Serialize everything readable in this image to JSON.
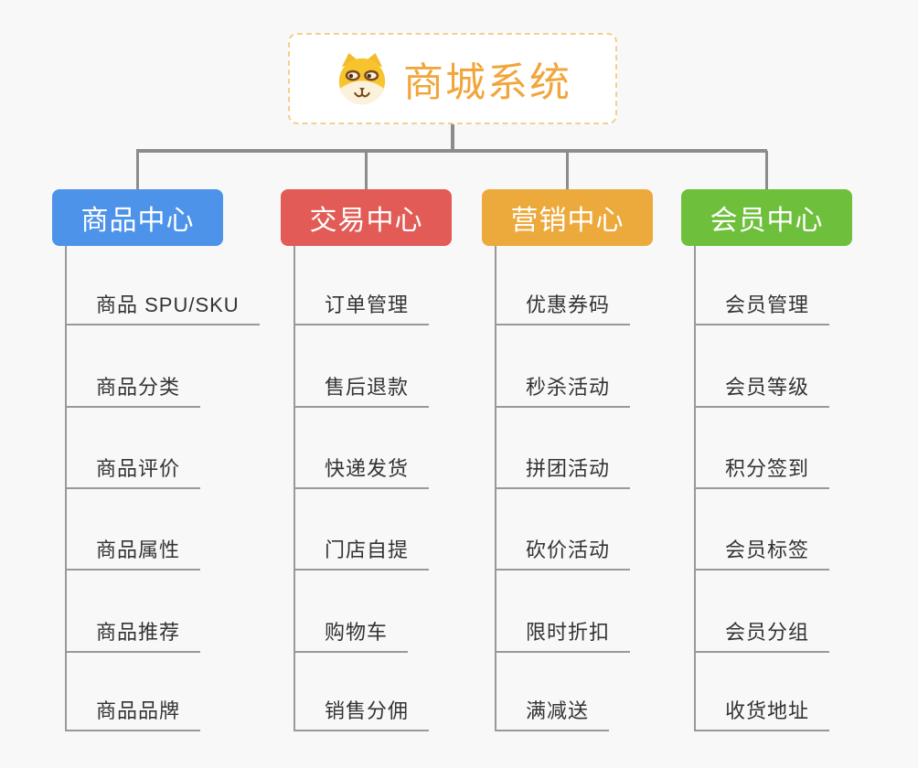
{
  "root": {
    "title": "商城系统",
    "icon": "shiba-dog-icon",
    "title_color": "#f0a63b",
    "border_color": "#f4cf92"
  },
  "connector_color": "#8c8c8c",
  "branches": [
    {
      "label": "商品中心",
      "color": "#4e93ea",
      "items": [
        "商品 SPU/SKU",
        "商品分类",
        "商品评价",
        "商品属性",
        "商品推荐",
        "商品品牌"
      ]
    },
    {
      "label": "交易中心",
      "color": "#e25b56",
      "items": [
        "订单管理",
        "售后退款",
        "快递发货",
        "门店自提",
        "购物车",
        "销售分佣"
      ]
    },
    {
      "label": "营销中心",
      "color": "#ecaa3c",
      "items": [
        "优惠券码",
        "秒杀活动",
        "拼团活动",
        "砍价活动",
        "限时折扣",
        "满减送"
      ]
    },
    {
      "label": "会员中心",
      "color": "#6ec03c",
      "items": [
        "会员管理",
        "会员等级",
        "积分签到",
        "会员标签",
        "会员分组",
        "收货地址"
      ]
    }
  ]
}
